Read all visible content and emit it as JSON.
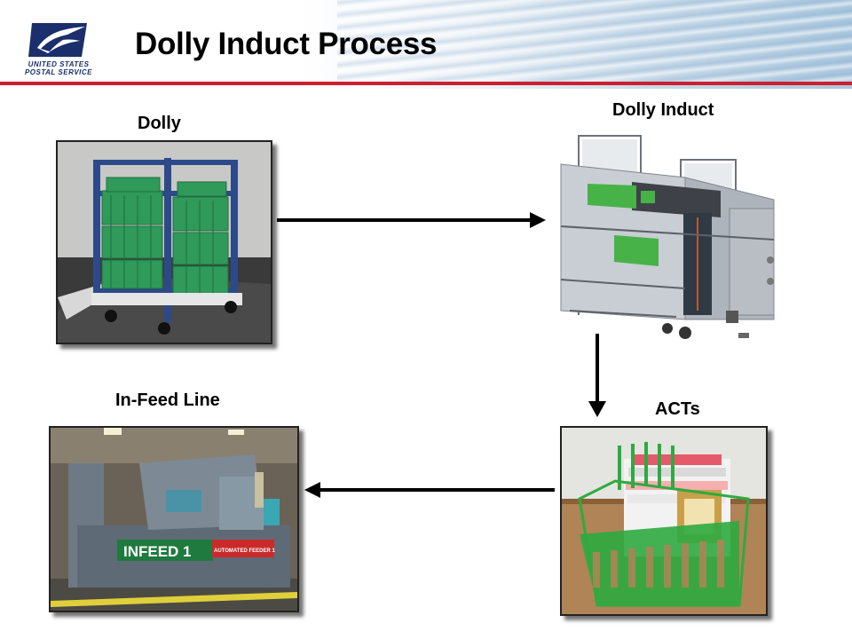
{
  "header": {
    "title": "Dolly Induct Process",
    "logo_line1": "UNITED STATES",
    "logo_line2": "POSTAL SERVICE",
    "accent_red": "#cc1f2f"
  },
  "steps": [
    {
      "label": "Dolly",
      "icon": "dolly-photo"
    },
    {
      "label": "Dolly Induct",
      "icon": "dolly-induct-machine-render"
    },
    {
      "label": "ACTs",
      "icon": "acts-tray-photo"
    },
    {
      "label": "In-Feed Line",
      "icon": "in-feed-line-photo"
    }
  ],
  "infeed_sign": "INFEED 1",
  "infeed_sub": "AUTOMATED FEEDER 1"
}
